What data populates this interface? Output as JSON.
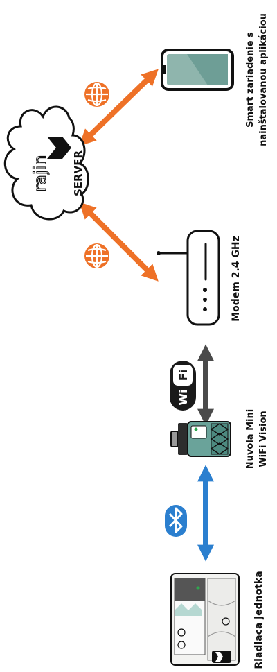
{
  "labels": {
    "smart_line1": "Smart zariadenie s",
    "smart_line2": "nainštalovanou aplikáciou",
    "server": "SERVER",
    "modem": "Modem 2.4 GHz",
    "nuvola_line1": "Nuvola Mini",
    "nuvola_line2": "WiFi Vision",
    "control_unit": "Riadiaca jednotka",
    "logo_text": "rajin",
    "wifi_wi": "Wi",
    "wifi_fi": "Fi"
  },
  "colors": {
    "internet_arrow": "#ee7127",
    "bluetooth_arrow": "#2b7fcf",
    "wifi_arrow": "#4a4a4a",
    "phone_screen": "#8fb5ad",
    "device_teal": "#6aa39a",
    "outline": "#111111"
  },
  "icons": [
    "globe-icon",
    "bluetooth-icon",
    "wifi-icon",
    "cloud-icon",
    "phone-icon",
    "modem-icon",
    "nuvola-device-icon",
    "control-unit-icon"
  ]
}
